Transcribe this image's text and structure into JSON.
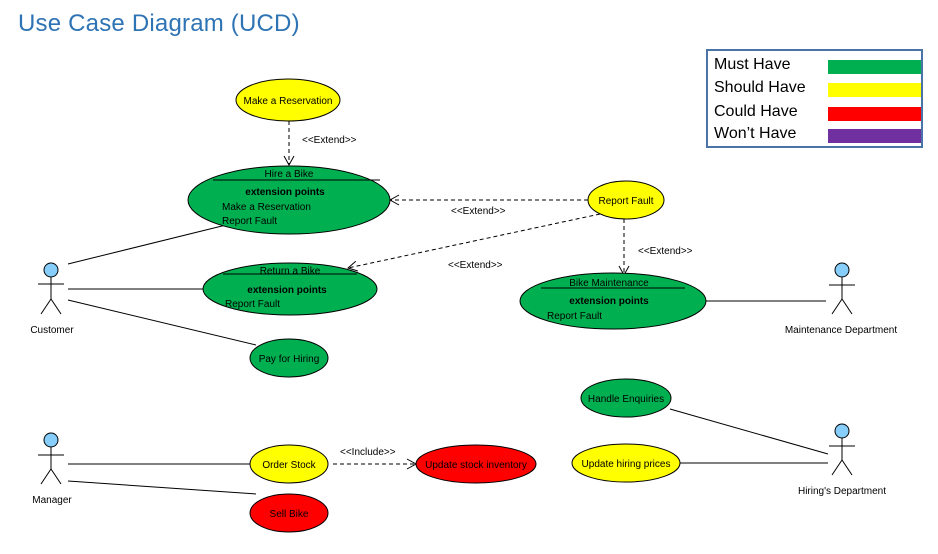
{
  "title": "Use Case Diagram (UCD)",
  "legend": [
    {
      "label": "Must Have",
      "color": "#00b050"
    },
    {
      "label": "Should Have",
      "color": "#ffff00"
    },
    {
      "label": "Could Have",
      "color": "#ff0000"
    },
    {
      "label": "Won’t Have",
      "color": "#7030a0"
    }
  ],
  "colors": {
    "must": "#00b050",
    "should": "#ffff00",
    "could": "#ff0000",
    "actor": "#87cefa"
  },
  "actors": {
    "customer": "Customer",
    "maintenance": "Maintenance Department",
    "manager": "Manager",
    "hiring": "Hiring's Department"
  },
  "use_cases": {
    "make_reservation": "Make a Reservation",
    "hire_bike": {
      "name": "Hire a Bike",
      "ext_title": "extension points",
      "ext_points": [
        "Make a Reservation",
        "Report Fault"
      ]
    },
    "return_bike": {
      "name": "Return a Bike",
      "ext_title": "extension points",
      "ext_points": [
        "Report Fault"
      ]
    },
    "pay_hiring": "Pay for Hiring",
    "report_fault": "Report Fault",
    "bike_maintenance": {
      "name": "Bike Maintenance",
      "ext_title": "extension points",
      "ext_points": [
        "Report Fault"
      ]
    },
    "order_stock": "Order Stock",
    "update_inventory": "Update stock inventory",
    "sell_bike": "Sell Bike",
    "handle_enquiries": "Handle Enquiries",
    "update_prices": "Update hiring prices"
  },
  "relations": {
    "extend": "<<Extend>>",
    "include": "<<Include>>"
  }
}
